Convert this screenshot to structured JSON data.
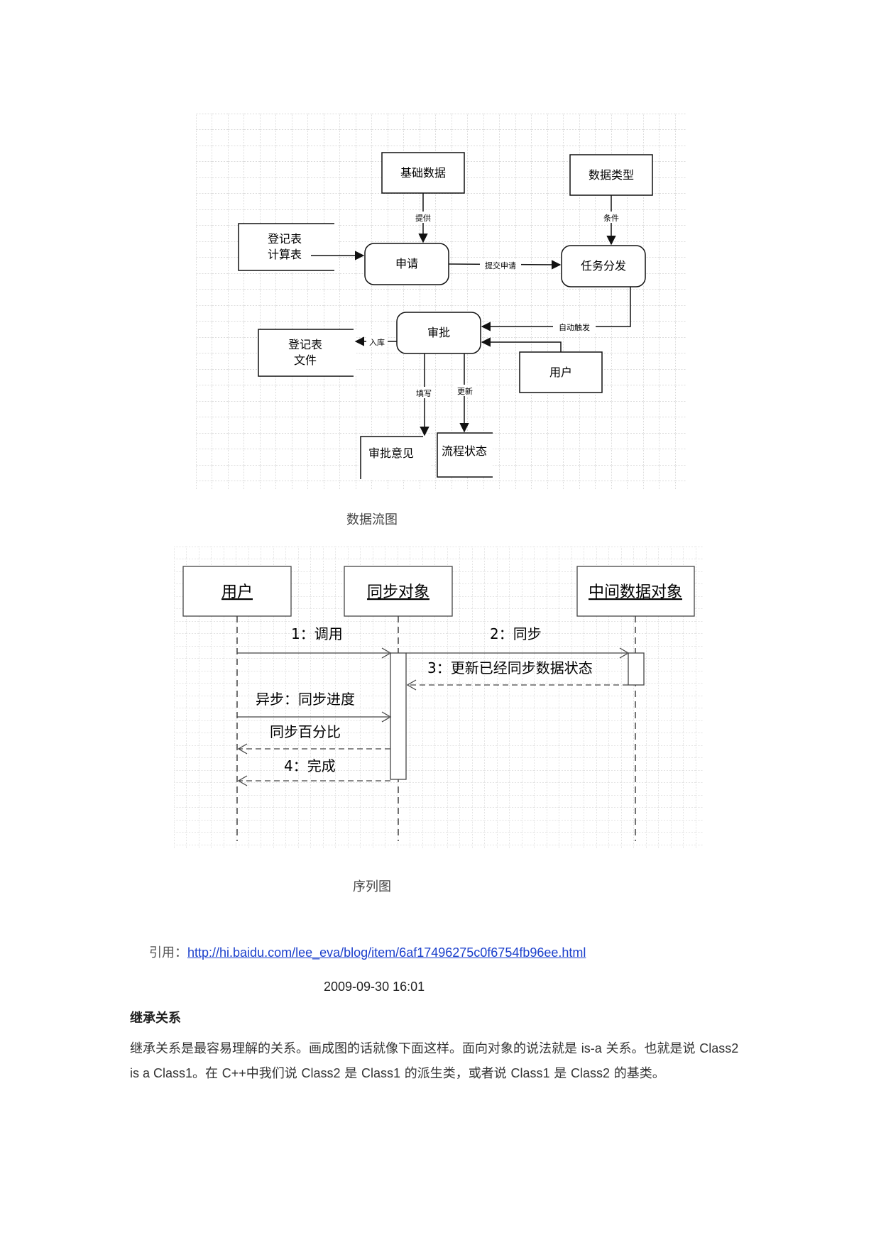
{
  "dfd": {
    "nodes": {
      "basic_data": "基础数据",
      "data_type": "数据类型",
      "reg_form_1": "登记表",
      "calc_form": "计算表",
      "apply": "申请",
      "task_dispatch": "任务分发",
      "approve": "审批",
      "reg_form_2": "登记表",
      "file": "文件",
      "user": "用户",
      "opinion": "审批意见",
      "flow_status": "流程状态"
    },
    "edges": {
      "provide": "提供",
      "condition": "条件",
      "submit_apply": "提交申请",
      "auto_trigger": "自动触发",
      "store": "入库",
      "fill": "填写",
      "update": "更新"
    },
    "caption": "数据流图"
  },
  "seq": {
    "objects": {
      "user": "用户",
      "sync_obj": "同步对象",
      "middle_obj": "中间数据对象"
    },
    "messages": {
      "m1": "1：调用",
      "m2": "2：同步",
      "m3": "3：更新已经同步数据状态",
      "async": "异步：同步进度",
      "percent": "同步百分比",
      "m4": "4：完成"
    },
    "caption": "序列图"
  },
  "citation": {
    "label": "引用：",
    "url": "http://hi.baidu.com/lee_eva/blog/item/6af17496275c0f6754fb96ee.html"
  },
  "post": {
    "date": "2009-09-30 16:01",
    "heading": "继承关系",
    "para_1": "继承关系是最容易理解的关系。画成图的话就像下面这样。面向对象的说法就是",
    "para_isa": "is-a",
    "para_2": "关系。也就是说",
    "para_class2a": "Class2",
    "para_isa_line": "is a Class1",
    "para_3": "。在",
    "para_cpp": "C++",
    "para_4": "中我们说",
    "para_class2b": "Class2",
    "para_5": "是",
    "para_class1a": "Class1",
    "para_6": "的派生类，或者说",
    "para_class1b": "Class1",
    "para_7": "是",
    "para_class2c": "Class2",
    "para_8": "的基类。"
  }
}
